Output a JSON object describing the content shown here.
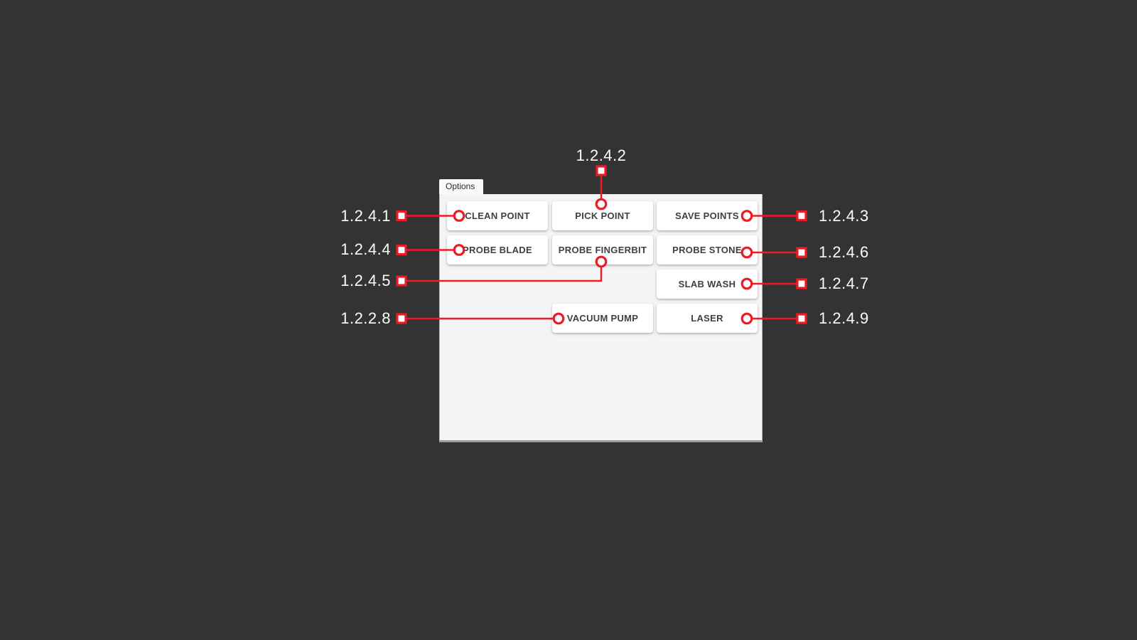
{
  "window": {
    "tab_label": "Options"
  },
  "panel": {
    "buttons": [
      {
        "label": "CLEAN POINT"
      },
      {
        "label": "PICK POINT"
      },
      {
        "label": "SAVE POINTS"
      },
      {
        "label": "PROBE BLADE"
      },
      {
        "label": "PROBE FINGERBIT"
      },
      {
        "label": "PROBE STONE"
      },
      {
        "label": "SLAB WASH"
      },
      {
        "label": "VACUUM PUMP"
      },
      {
        "label": "LASER"
      }
    ]
  },
  "annotations": {
    "items": [
      {
        "label": "1.2.4.1",
        "side": "left",
        "target": "CLEAN POINT"
      },
      {
        "label": "1.2.4.2",
        "side": "top",
        "target": "PICK POINT"
      },
      {
        "label": "1.2.4.3",
        "side": "right",
        "target": "SAVE POINTS"
      },
      {
        "label": "1.2.4.4",
        "side": "left",
        "target": "PROBE BLADE"
      },
      {
        "label": "1.2.4.5",
        "side": "left",
        "target": "PROBE FINGERBIT"
      },
      {
        "label": "1.2.4.6",
        "side": "right",
        "target": "PROBE STONE"
      },
      {
        "label": "1.2.4.7",
        "side": "right",
        "target": "SLAB WASH"
      },
      {
        "label": "1.2.2.8",
        "side": "left",
        "target": "VACUUM PUMP"
      },
      {
        "label": "1.2.4.9",
        "side": "right",
        "target": "LASER"
      }
    ]
  },
  "colors": {
    "background": "#333333",
    "panel_background": "#f4f4f4",
    "tab_background": "#fafafa",
    "button_background": "#ffffff",
    "button_text": "#3f3f3f",
    "annotation_red": "#ed1c24",
    "label_text": "#fbfbfb"
  }
}
